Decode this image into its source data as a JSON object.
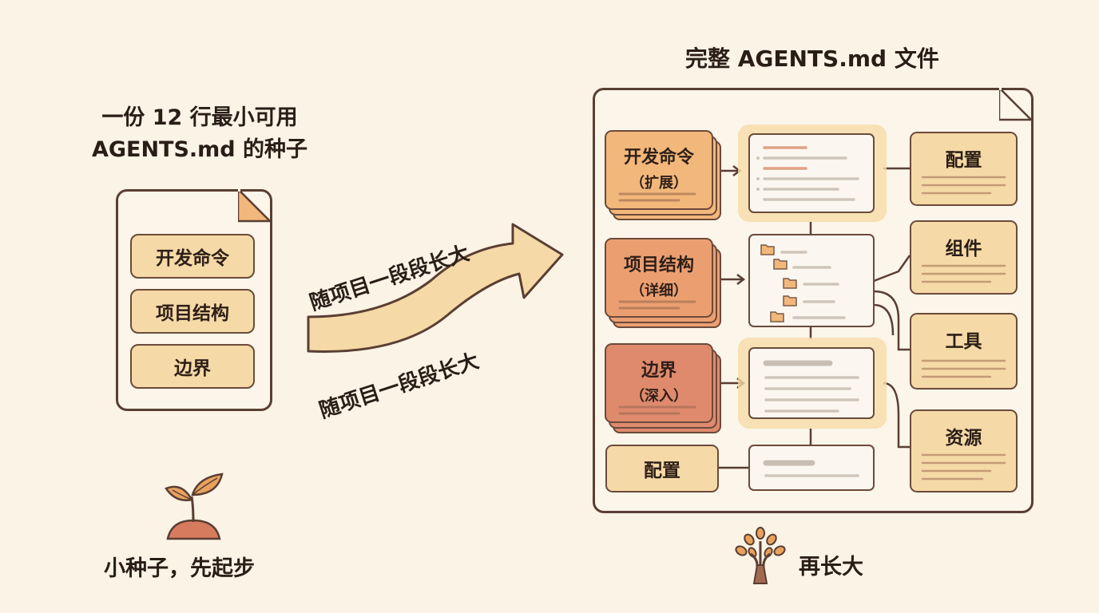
{
  "left": {
    "title_line1": "一份 12 行最小可用",
    "title_line2": "AGENTS.md 的种子",
    "items": [
      "开发命令",
      "项目结构",
      "边界"
    ],
    "caption": "小种子，先起步",
    "seed_icon": "sprout-icon"
  },
  "middle": {
    "grow_label_top": "随项目一段段长大",
    "grow_label_bottom": "随项目一段段长大",
    "arrow_icon": "curved-arrow-icon"
  },
  "right": {
    "title": "完整 AGENTS.md 文件",
    "left_cards": [
      {
        "main": "开发命令",
        "sub": "（扩展）"
      },
      {
        "main": "项目结构",
        "sub": "（详细）"
      },
      {
        "main": "边界",
        "sub": "（深入）"
      }
    ],
    "bottom_card": "配置",
    "right_cards": [
      "配置",
      "组件",
      "工具",
      "资源"
    ],
    "caption": "再长大",
    "tree_icon": "tree-icon"
  },
  "colors": {
    "background": "#faf3e6",
    "outline": "#5a3e33",
    "tan": "#f5d9a6",
    "orange": "#f2b77a",
    "terracotta": "#df8a6d"
  }
}
